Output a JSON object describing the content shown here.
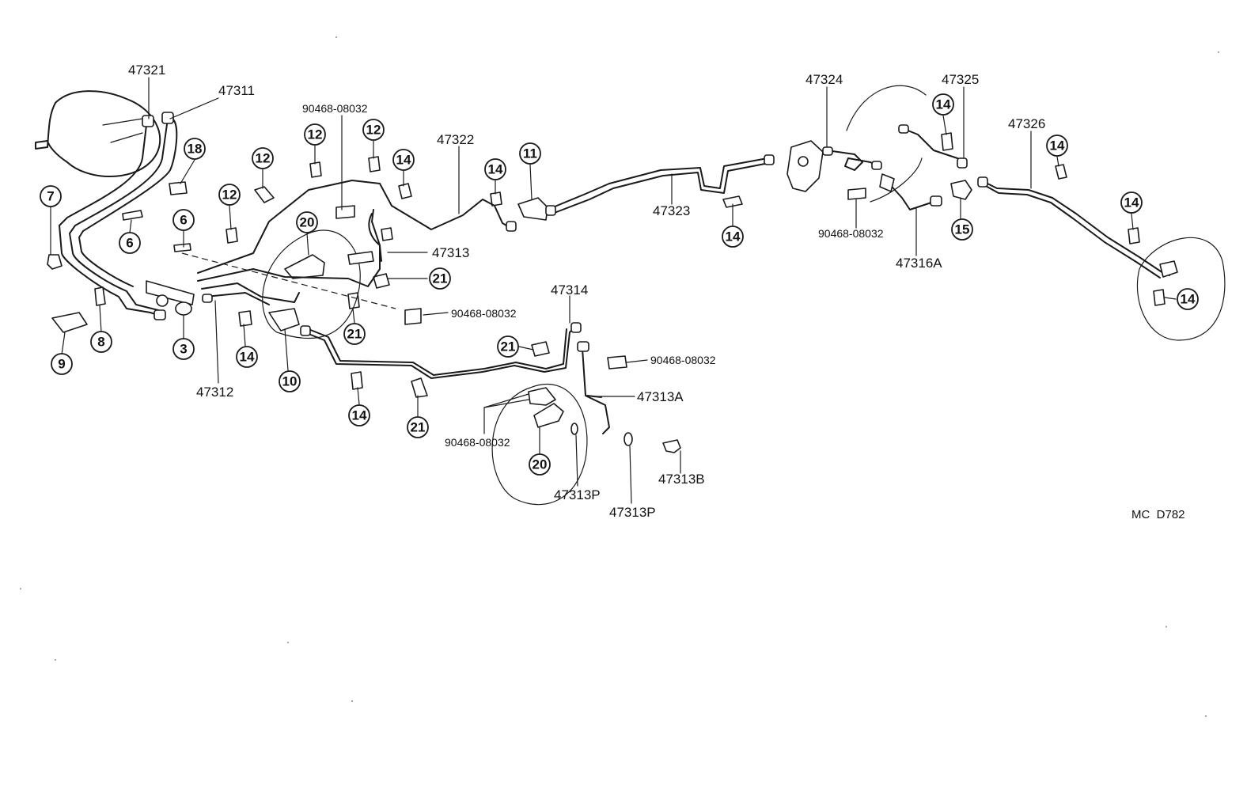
{
  "diagram_code": "MC  D782",
  "part_labels": {
    "p47321": "47321",
    "p47311": "47311",
    "p47312": "47312",
    "p47313": "47313",
    "p47313A": "47313A",
    "p47313B": "47313B",
    "p47313P_a": "47313P",
    "p47313P_b": "47313P",
    "p47314": "47314",
    "p47316A": "47316A",
    "p47322": "47322",
    "p47323": "47323",
    "p47324": "47324",
    "p47325": "47325",
    "p47326": "47326",
    "clip_a": "90468-08032",
    "clip_b": "90468-08032",
    "clip_c": "90468-08032",
    "clip_d": "90468-08032",
    "clip_e": "90468-08032"
  },
  "callouts": {
    "c3": "3",
    "c6a": "6",
    "c6b": "6",
    "c7": "7",
    "c8": "8",
    "c9": "9",
    "c10": "10",
    "c11": "11",
    "c12a": "12",
    "c12b": "12",
    "c12c": "12",
    "c12d": "12",
    "c14a": "14",
    "c14b": "14",
    "c14c": "14",
    "c14d": "14",
    "c14e": "14",
    "c14f": "14",
    "c14g": "14",
    "c14h": "14",
    "c14i": "14",
    "c15": "15",
    "c18": "18",
    "c20a": "20",
    "c20b": "20",
    "c21a": "21",
    "c21b": "21",
    "c21c": "21",
    "c21d": "21"
  }
}
